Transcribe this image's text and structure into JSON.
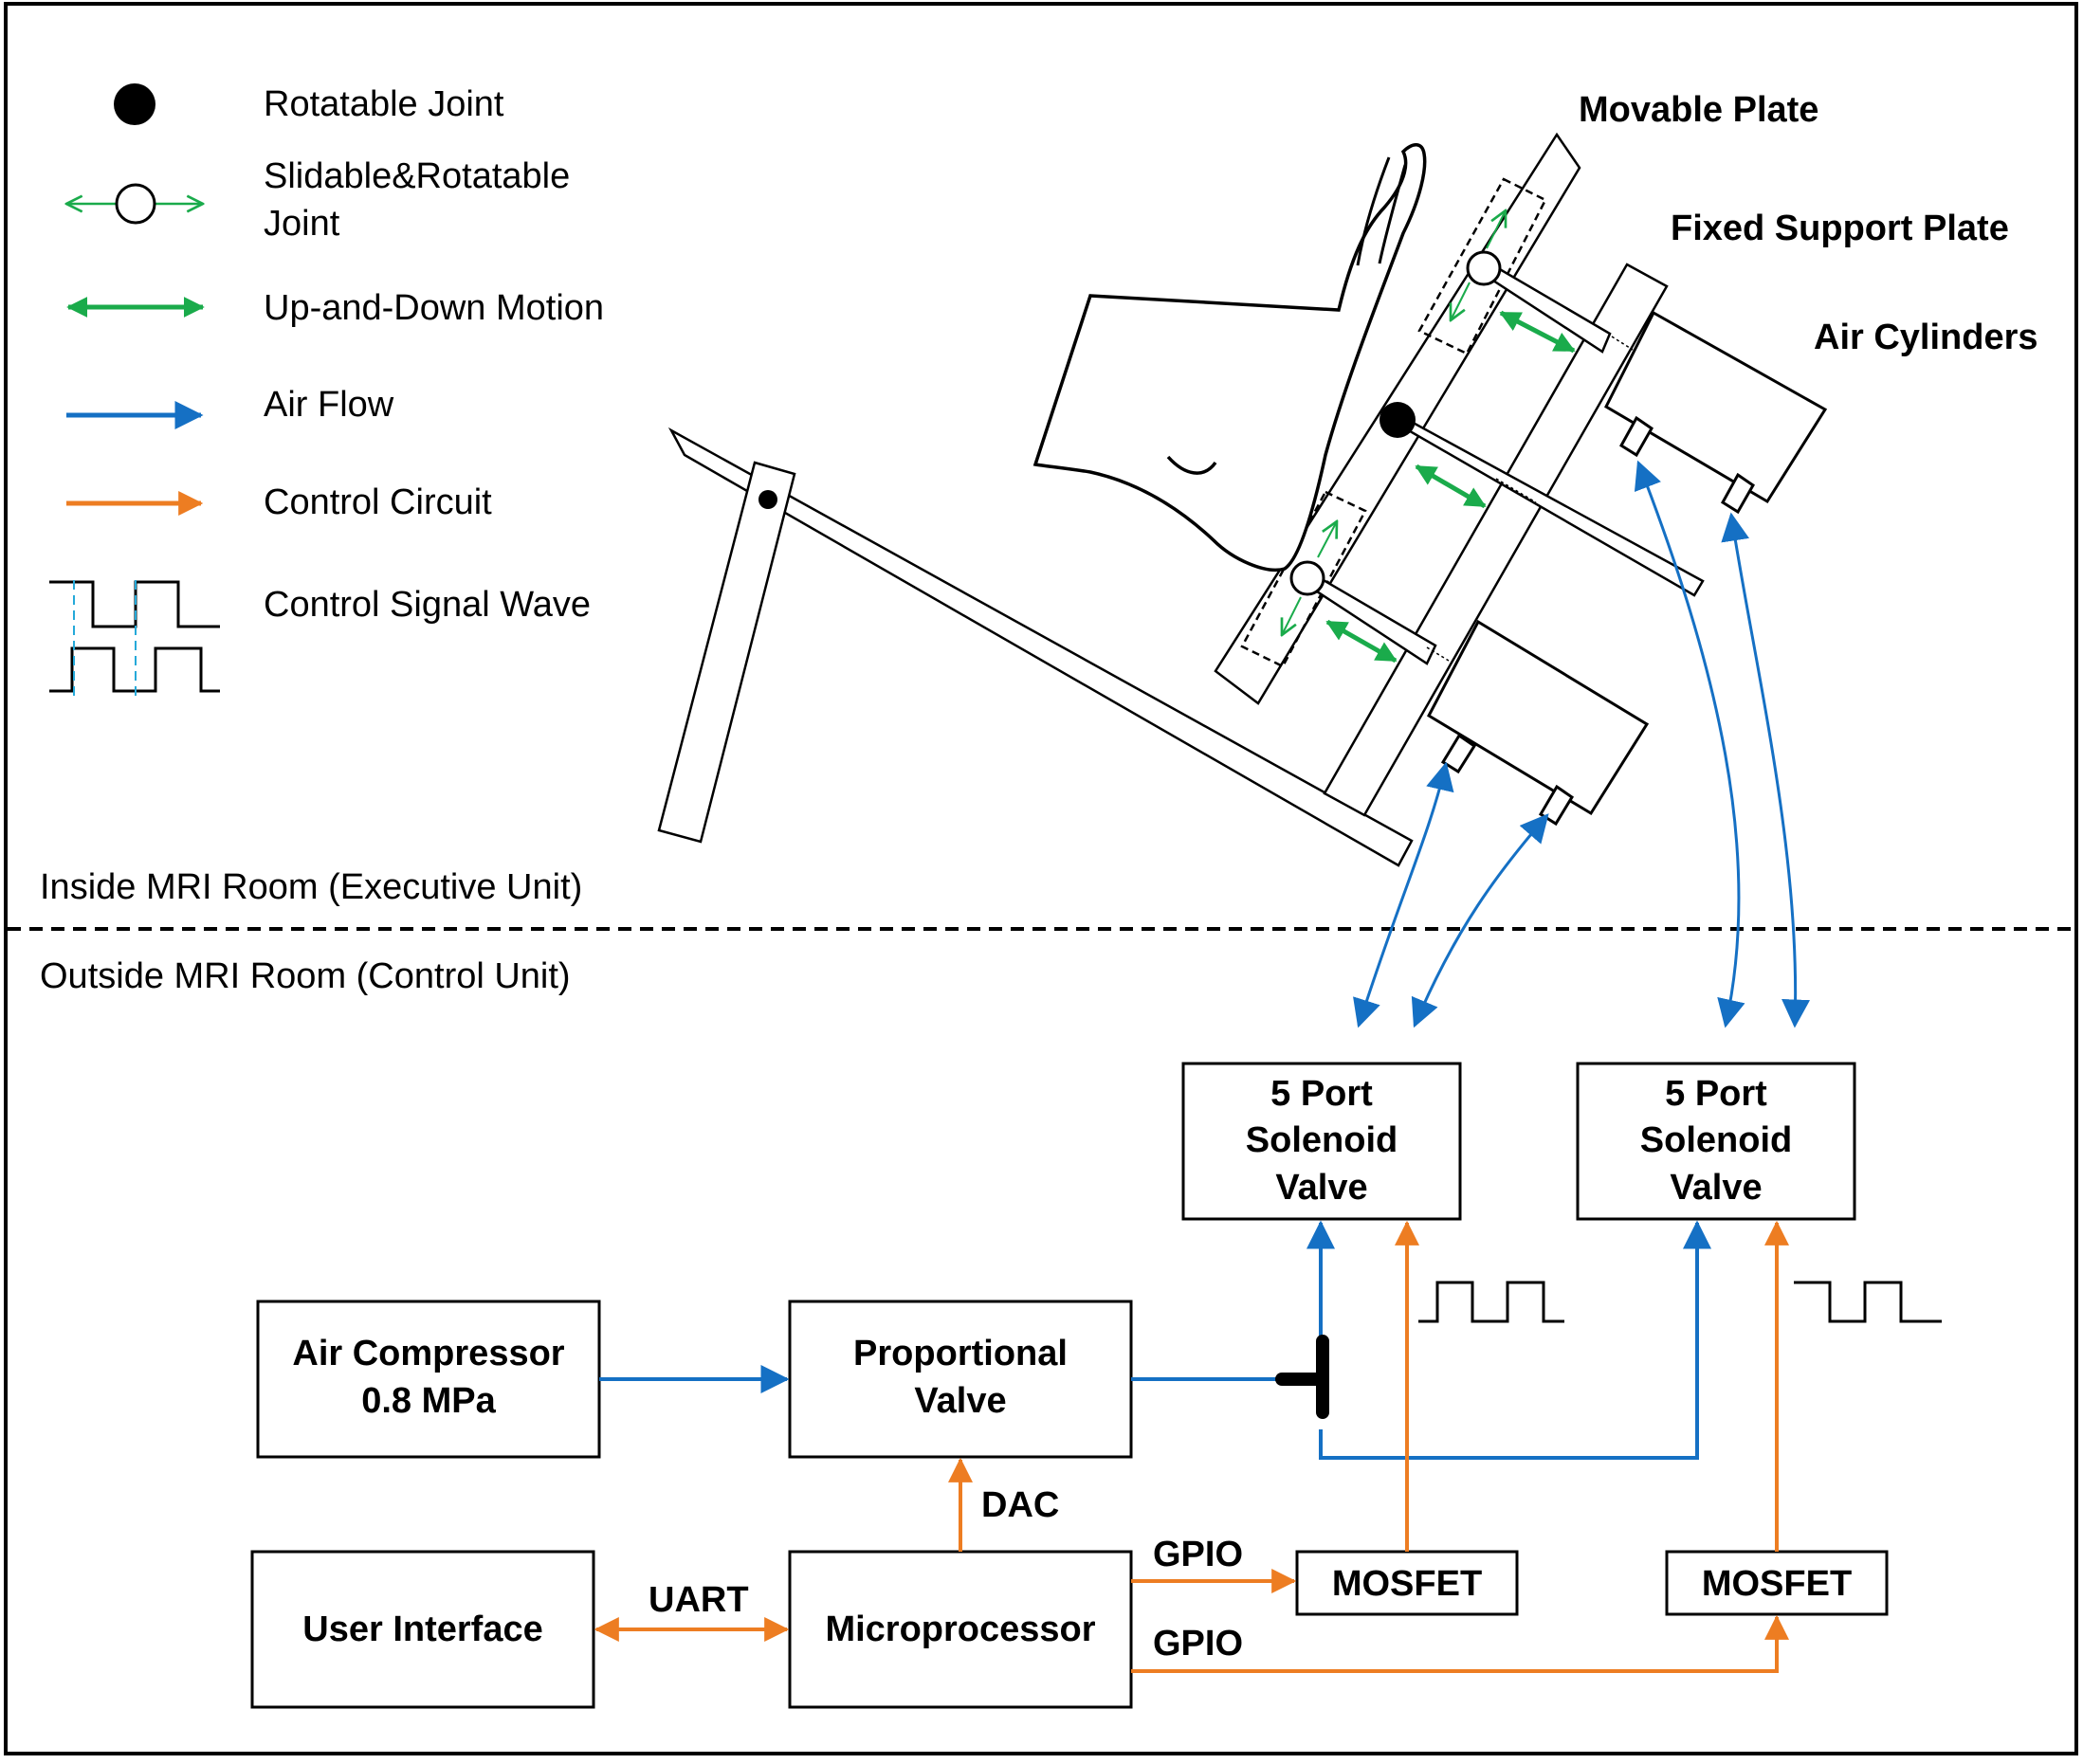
{
  "colors": {
    "green": "#1aab4b",
    "blue": "#1570c4",
    "orange": "#ed7d22",
    "black": "#000000",
    "dash_cyan": "#25a9d9"
  },
  "legend": {
    "rotatable_joint": "Rotatable Joint",
    "slidable_line1": "Slidable&Rotatable",
    "slidable_line2": "Joint",
    "up_down": "Up-and-Down Motion",
    "air_flow": "Air Flow",
    "control_circuit": "Control Circuit",
    "control_wave": "Control Signal Wave"
  },
  "mechanism": {
    "movable_plate": "Movable Plate",
    "fixed_support_plate": "Fixed Support Plate",
    "air_cylinders": "Air Cylinders"
  },
  "zones": {
    "inside": "Inside MRI Room (Executive Unit)",
    "outside": "Outside MRI Room  (Control Unit)"
  },
  "blocks": {
    "valve1": [
      "5 Port",
      "Solenoid",
      "Valve"
    ],
    "valve2": [
      "5 Port",
      "Solenoid",
      "Valve"
    ],
    "compressor": [
      "Air Compressor",
      "0.8 MPa"
    ],
    "proportional": [
      "Proportional",
      "Valve"
    ],
    "user_interface": "User Interface",
    "microprocessor": "Microprocessor",
    "mosfet1": "MOSFET",
    "mosfet2": "MOSFET"
  },
  "signals": {
    "dac": "DAC",
    "uart": "UART",
    "gpio1": "GPIO",
    "gpio2": "GPIO"
  }
}
